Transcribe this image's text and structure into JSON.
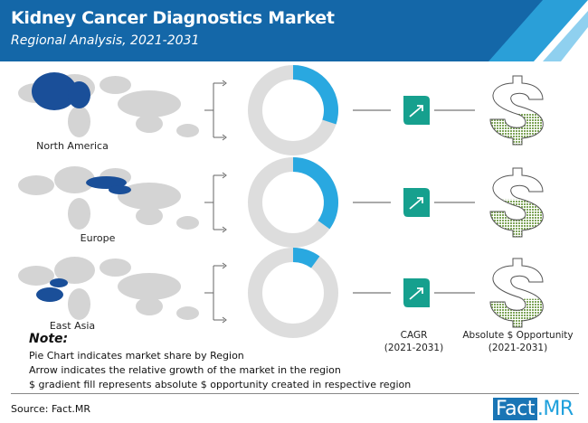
{
  "header": {
    "title": "Kidney Cancer Diagnostics Market",
    "subtitle": "Regional Analysis, 2021-2031"
  },
  "colors": {
    "header": "#1467a8",
    "accent": "#29a8e0",
    "donut_bg": "#dddddd",
    "cagr": "#16a08e",
    "dollar_fill": "#7fa55a"
  },
  "regions": [
    {
      "name": "North America",
      "market_share": 0.3,
      "dollar_fill": 0.45,
      "icon": "trend-arrow-icon"
    },
    {
      "name": "Europe",
      "market_share": 0.35,
      "dollar_fill": 0.55,
      "icon": "trend-arrow-icon"
    },
    {
      "name": "East Asia",
      "market_share": 0.1,
      "dollar_fill": 0.4,
      "icon": "trend-arrow-icon"
    }
  ],
  "columns": {
    "cagr": "CAGR",
    "cagr_period": "(2021-2031)",
    "opportunity": "Absolute $ Opportunity",
    "opportunity_period": "(2021-2031)"
  },
  "note": {
    "title": "Note:",
    "lines": [
      "Pie Chart indicates market share by Region",
      "Arrow indicates the relative growth of the market in the region",
      "$ gradient fill represents absolute $ opportunity created in respective region"
    ]
  },
  "footer": {
    "source": "Source: Fact.MR",
    "logo_a": "Fact",
    "logo_b": ".MR"
  }
}
